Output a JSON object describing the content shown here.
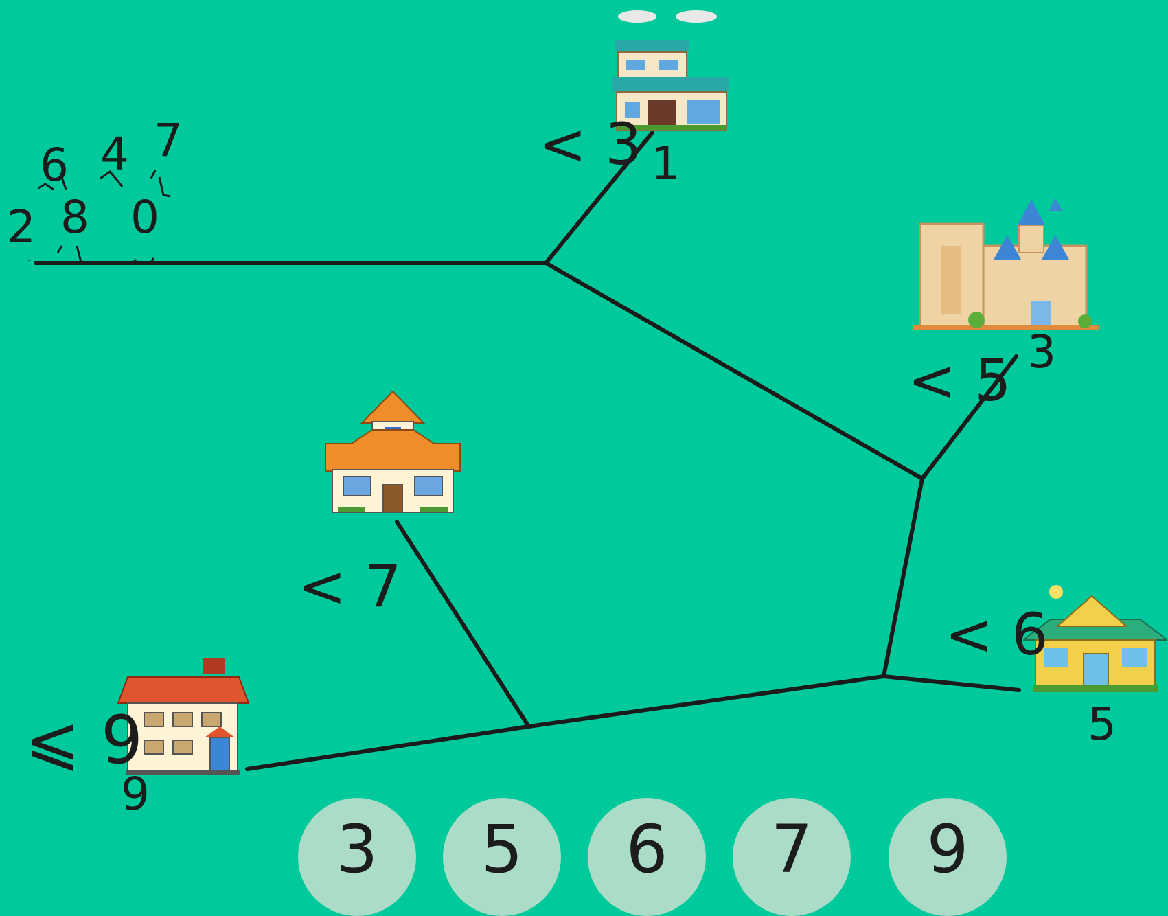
{
  "colors": {
    "background": "#00c99b",
    "road": "#1b1b1b",
    "bubble": "#aadcc7",
    "text": "#1c1c1c"
  },
  "waiting_numbers": [
    "6",
    "4",
    "7",
    "2",
    "8",
    "0"
  ],
  "buildings": [
    {
      "name": "shop-building",
      "condition": "< 3",
      "resident": "1"
    },
    {
      "name": "castle",
      "condition": "< 5",
      "resident": "3"
    },
    {
      "name": "schoolhouse",
      "condition": "< 7",
      "resident": ""
    },
    {
      "name": "yellow-house",
      "condition": "< 6",
      "resident": "5"
    },
    {
      "name": "red-roof-house",
      "condition": "⩽ 9",
      "resident": "9"
    }
  ],
  "choices": [
    "3",
    "5",
    "6",
    "7",
    "9"
  ]
}
